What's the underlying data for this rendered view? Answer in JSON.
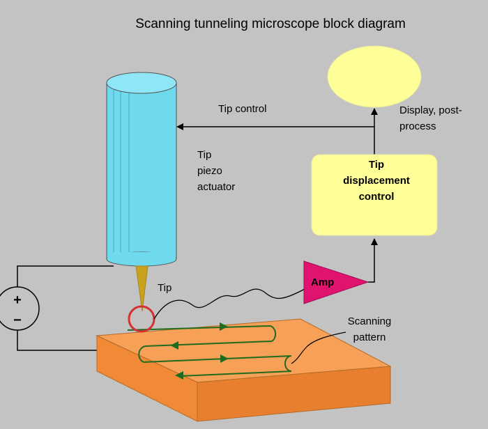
{
  "title": "Scanning tunneling microscope block diagram",
  "labels": {
    "tip_control": "Tip control",
    "display_line1": "Display, post-",
    "display_line2": "process",
    "piezo_line1": "Tip",
    "piezo_line2": "piezo",
    "piezo_line3": "actuator",
    "tip": "Tip",
    "tdc_line1": "Tip",
    "tdc_line2": "displacement",
    "tdc_line3": "control",
    "amp": "Amp",
    "scan_line1": "Scanning",
    "scan_line2": "pattern",
    "battery_plus": "+",
    "battery_minus": "−"
  },
  "colors": {
    "background": "#c3c3c3",
    "cylinder": "#6fd9ee",
    "display": "#ffff99",
    "control_box": "#ffff99",
    "amp": "#e0136e",
    "sample_top": "#f7a057",
    "sample_side": "#f08a37",
    "tip": "#c9a21d",
    "tip_circle": "#d2312f",
    "scan_path": "#1f6b1f"
  }
}
